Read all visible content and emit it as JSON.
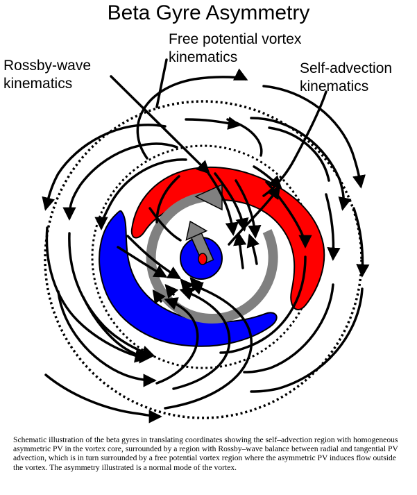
{
  "figure": {
    "title": "Beta Gyre Asymmetry",
    "labels": {
      "free_potential": [
        "Free potential vortex",
        "kinematics"
      ],
      "rossby_wave": [
        "Rossby-wave",
        "kinematics"
      ],
      "self_advection": [
        "Self-advection",
        "kinematics"
      ]
    },
    "caption": "Schematic illustration of the beta gyres in translating coordinates showing the self–advection region with homogeneous asymmetric PV in the vortex core, surrounded by a region with Rossby–wave balance between radial and tangential PV advection, which is in turn surrounded by a free potential vortex region where the asymmetric PV induces flow outside the vortex. The asymmetry illustrated is a normal mode of the vortex."
  },
  "colors": {
    "positive_gyre": "#ff0000",
    "negative_gyre": "#0000ff",
    "core": "#0000ff",
    "circulation": "#808080",
    "streamlines": "#000000",
    "background": "#ffffff"
  }
}
